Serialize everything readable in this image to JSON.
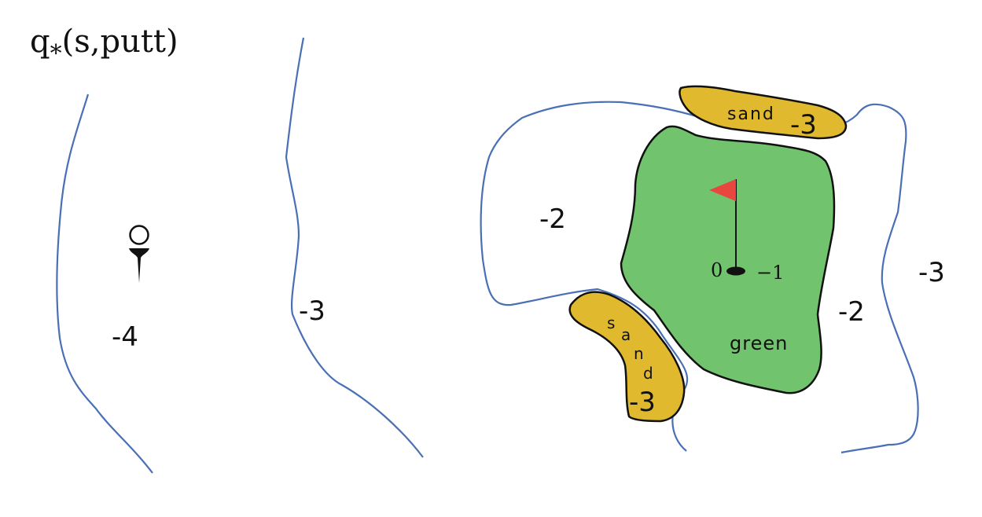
{
  "title": {
    "base": "q",
    "subscript": "*",
    "args": "(s,putt)"
  },
  "labels": {
    "tee_value": "-4",
    "contour_value_left": "-3",
    "contour_value_outer_left": "-2",
    "contour_value_inner_right": "-2",
    "contour_value_outer_right": "-3",
    "hole_value": "0",
    "hole_ring_value": "−1",
    "green_label": "green",
    "sand_top_label": "sand",
    "sand_top_value": "-3",
    "sand_bottom_letters": [
      "s",
      "a",
      "n",
      "d"
    ],
    "sand_bottom_value": "-3"
  },
  "colors": {
    "contour": "#4a6fb5",
    "sand": "#e0b92e",
    "green": "#72c36d",
    "flag": "#e8463f",
    "outline": "#111111"
  },
  "icons": {
    "tee": "golf-tee-with-ball-icon",
    "flag": "flag-pin-icon",
    "hole": "hole-icon"
  }
}
